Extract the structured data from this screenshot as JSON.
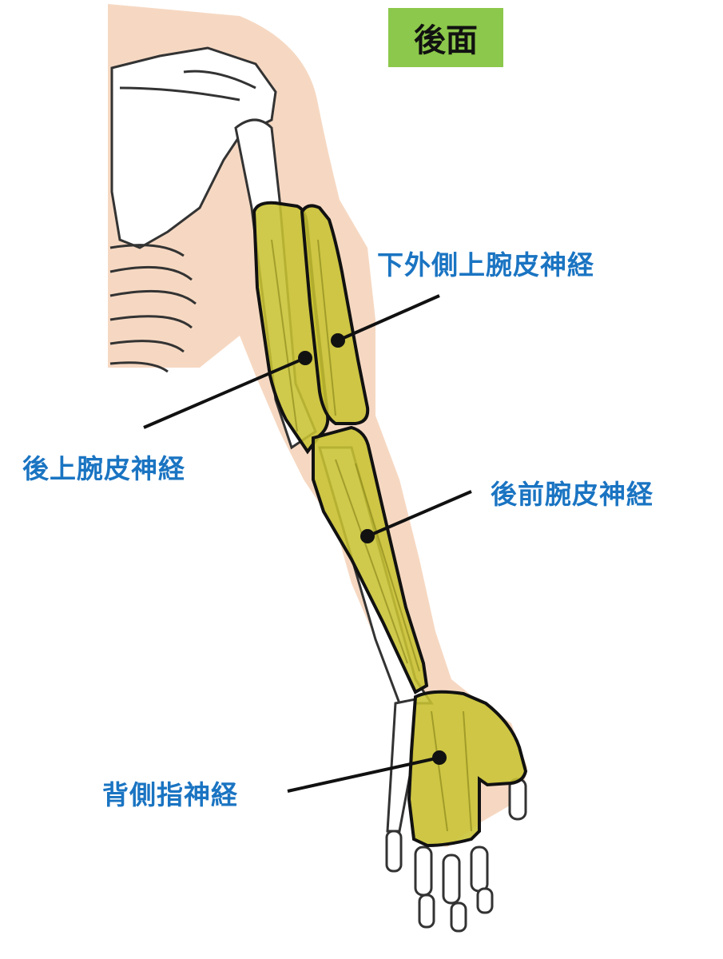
{
  "title": "後面",
  "labels": {
    "lower_lateral_brachial": "下外側上腕皮神経",
    "posterior_brachial": "後上腕皮神経",
    "posterior_antebrachial": "後前腕皮神経",
    "dorsal_digital": "背側指神経"
  },
  "colors": {
    "title_badge": "#8cc84b",
    "label_text": "#1a74c2",
    "nerve_region_fill": "#c8c332",
    "skin": "#f6d8c2",
    "outline": "#111111"
  }
}
